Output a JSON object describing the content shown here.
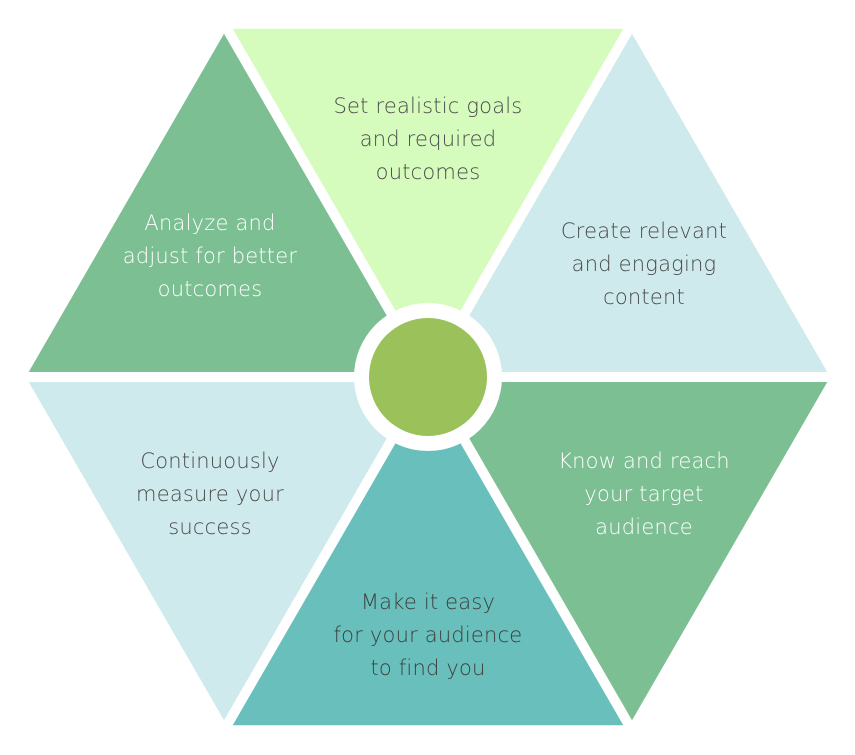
{
  "segments": [
    {
      "lines": [
        "Set realistic goals",
        "and required",
        "outcomes"
      ],
      "fill": "#d5fbbd",
      "text_color": "#4a4a4a"
    },
    {
      "lines": [
        "Create relevant",
        "and engaging",
        "content"
      ],
      "fill": "#cfeaec",
      "text_color": "#4a4a4a"
    },
    {
      "lines": [
        "Know and reach",
        "your target",
        "audience"
      ],
      "fill": "#7cbf92",
      "text_color": "#ffffff"
    },
    {
      "lines": [
        "Make it easy",
        "for your audience",
        "to find you"
      ],
      "fill": "#68bfbb",
      "text_color": "#3e3e3e"
    },
    {
      "lines": [
        "Continuously",
        "measure your",
        "success"
      ],
      "fill": "#cfeaec",
      "text_color": "#4a4a4a"
    },
    {
      "lines": [
        "Analyze and",
        "adjust for better",
        "outcomes"
      ],
      "fill": "#7cbf92",
      "text_color": "#ffffff"
    }
  ],
  "hub": {
    "fill": "#9bc15a",
    "ring": "#ffffff"
  }
}
